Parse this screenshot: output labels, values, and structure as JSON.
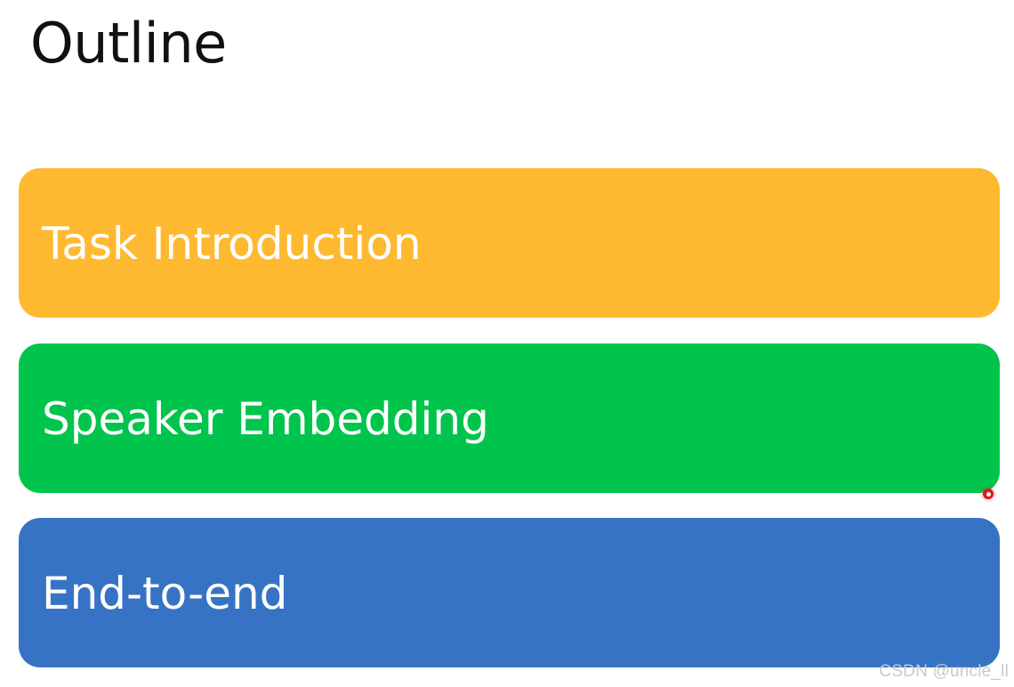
{
  "title": "Outline",
  "sections": [
    {
      "label": "Task Introduction",
      "color": "#FFB931"
    },
    {
      "label": "Speaker Embedding",
      "color": "#00C44C"
    },
    {
      "label": "End-to-end",
      "color": "#3673C4"
    }
  ],
  "watermark": "CSDN @uncle_ll"
}
